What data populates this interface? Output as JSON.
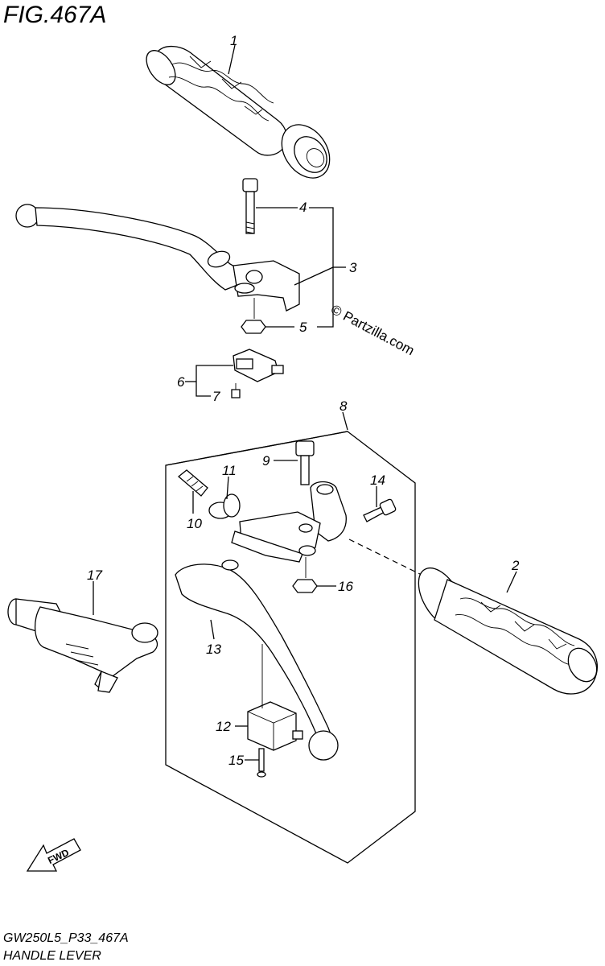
{
  "figure_title": "FIG.467A",
  "watermark": "© Partzilla.com",
  "footer": {
    "code": "GW250L5_P33_467A",
    "name": "HANDLE LEVER"
  },
  "fwd_label": "FWD",
  "callouts": {
    "c1": "1",
    "c2": "2",
    "c3": "3",
    "c4": "4",
    "c5": "5",
    "c6": "6",
    "c7": "7",
    "c8": "8",
    "c9": "9",
    "c10": "10",
    "c11": "11",
    "c12": "12",
    "c13": "13",
    "c14": "14",
    "c15": "15",
    "c16": "16",
    "c17": "17"
  }
}
